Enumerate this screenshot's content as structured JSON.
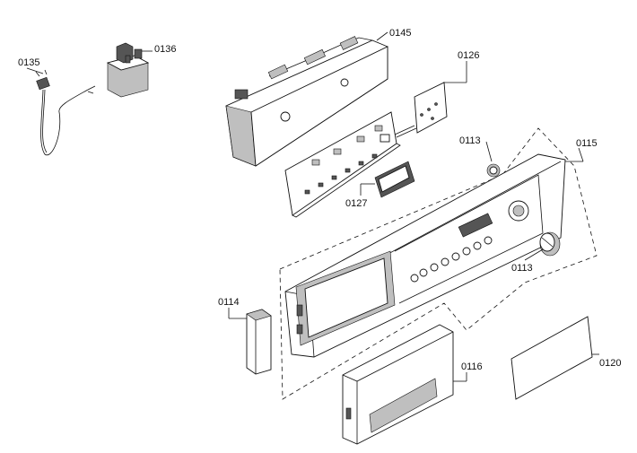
{
  "labels": {
    "p0135": "0135",
    "p0136": "0136",
    "p0145": "0145",
    "p0126": "0126",
    "p0113_upper": "0113",
    "p0115": "0115",
    "p0127": "0127",
    "p0113_right": "0113",
    "p0114": "0114",
    "p0116": "0116",
    "p0120": "0120"
  }
}
